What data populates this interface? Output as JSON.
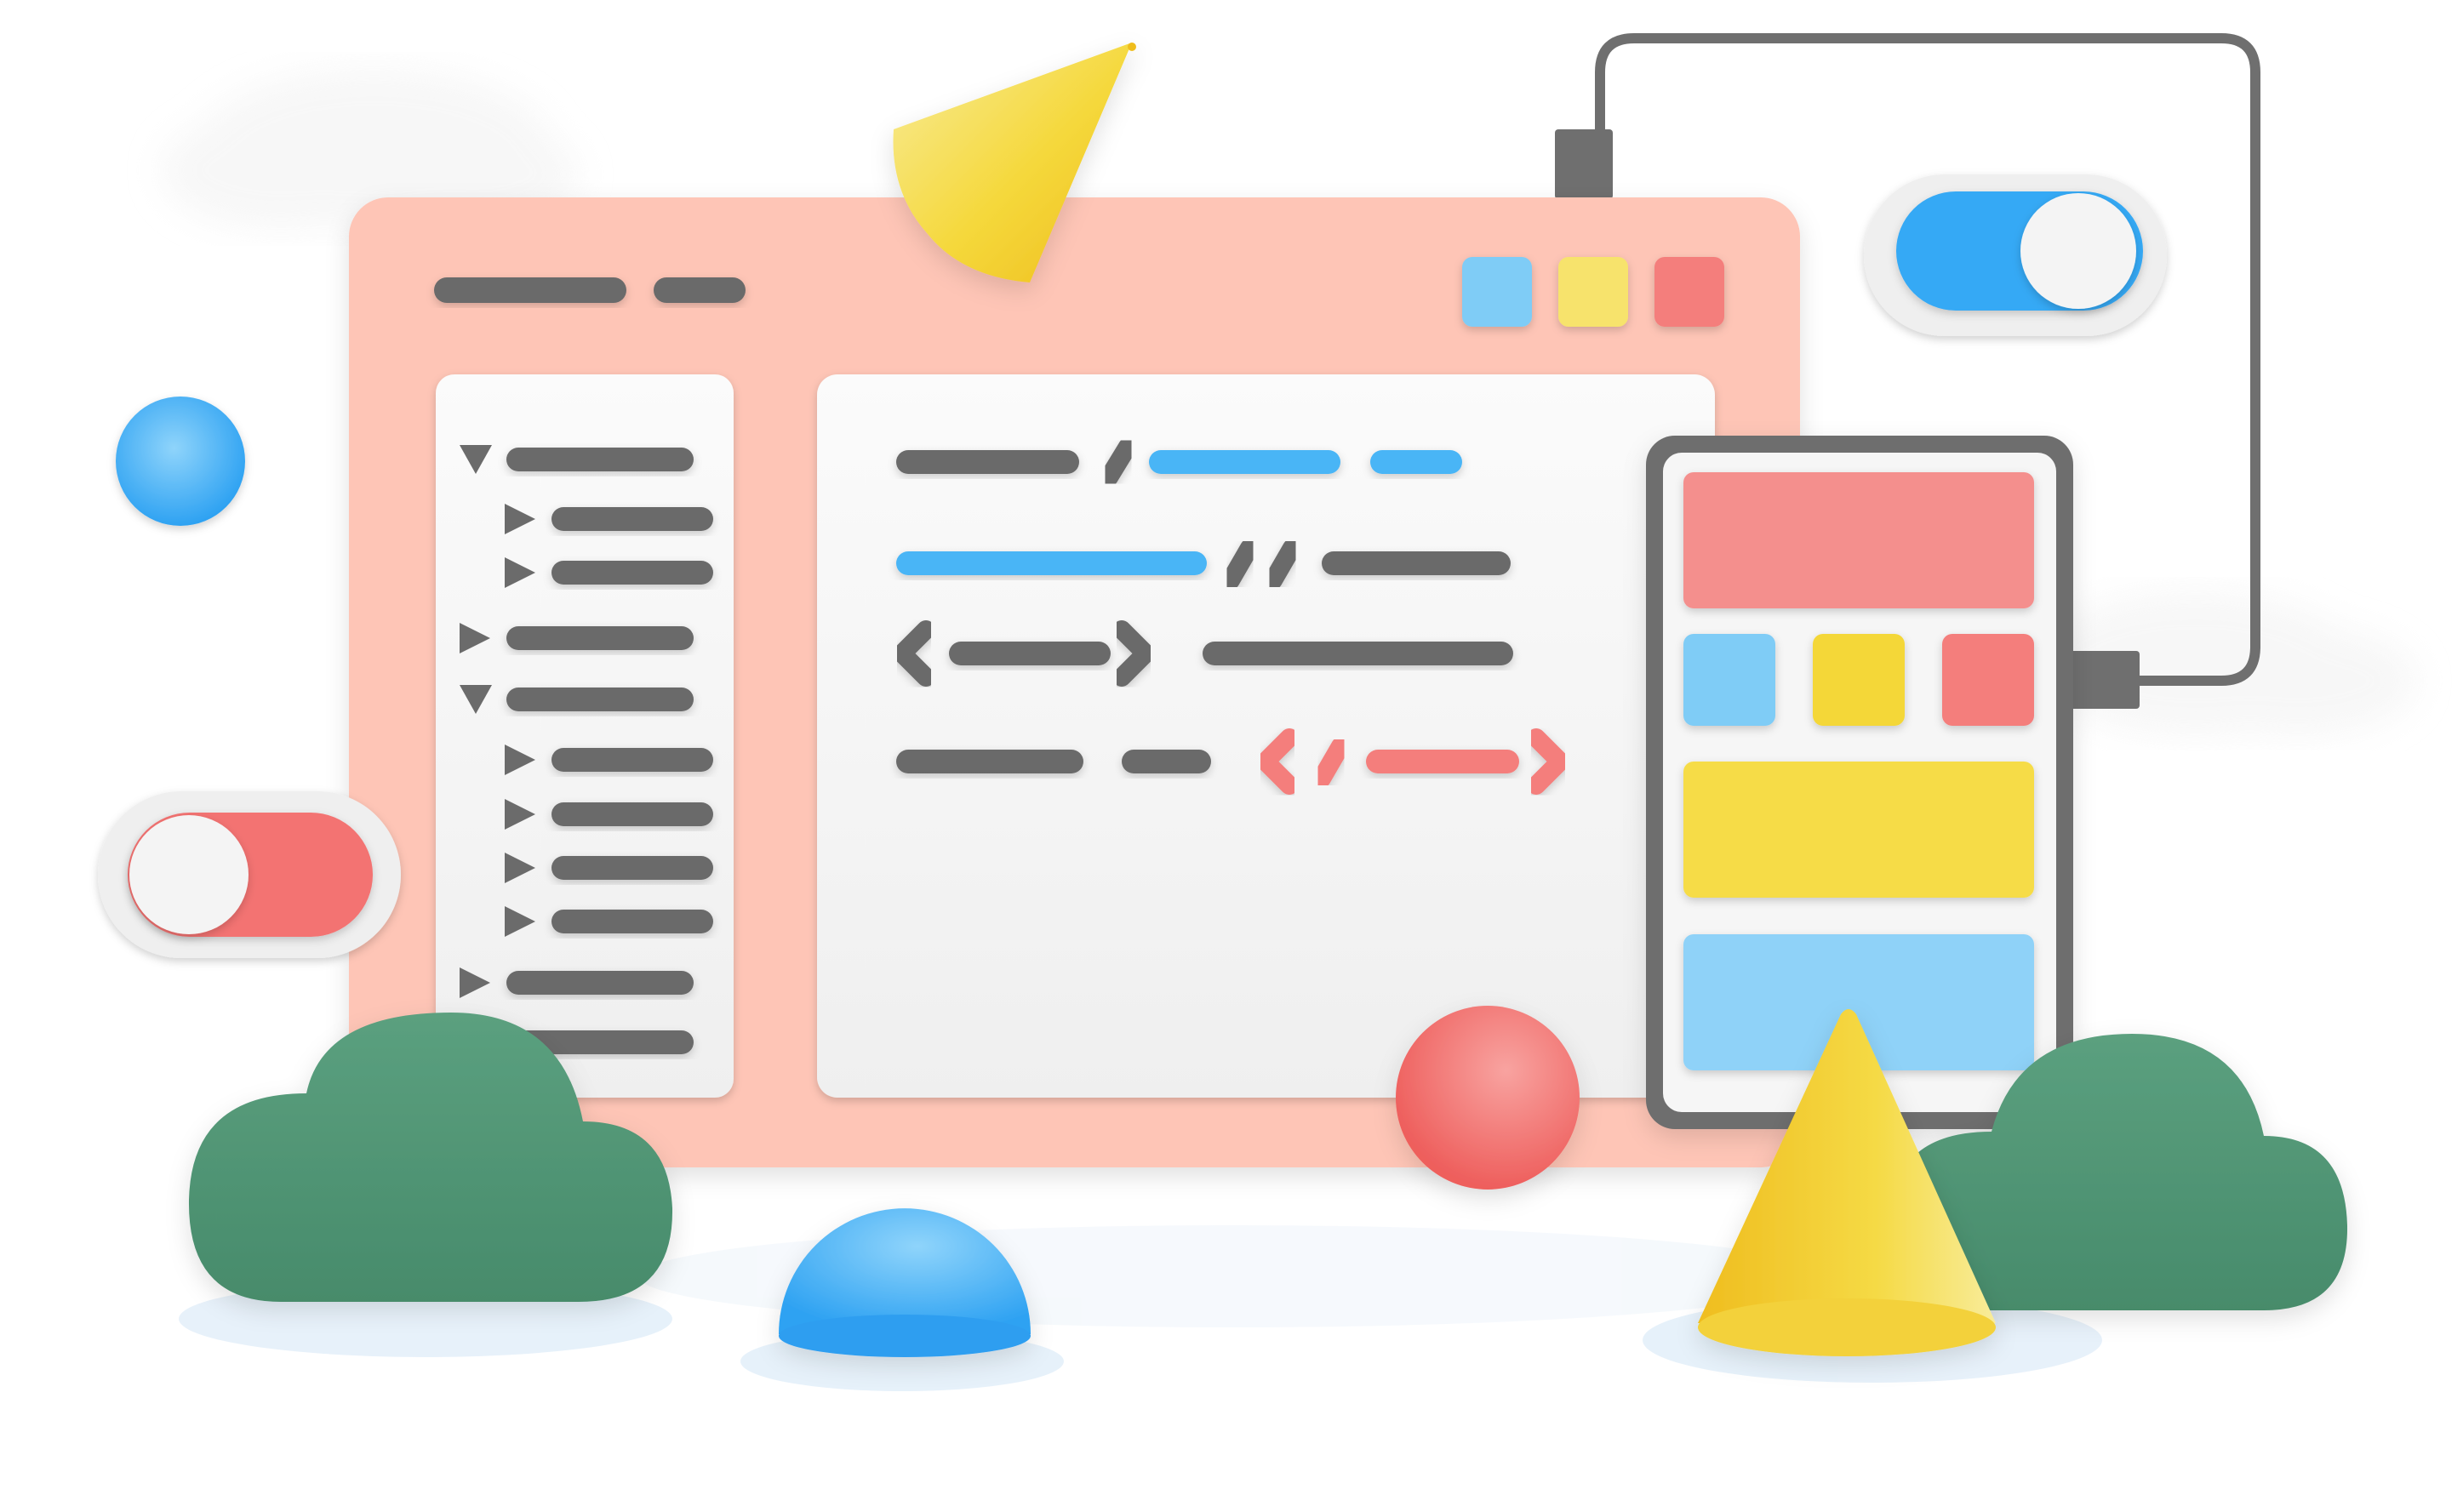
{
  "colors": {
    "background": "#ffffff",
    "window_body": "#fec5b6",
    "panel": "#f5f5f5",
    "code_gray": "#6b6b6b",
    "code_blue": "#4ab5f6",
    "code_red": "#f47e7c",
    "accent_blue": "#36a9f5",
    "accent_yellow": "#f4d737",
    "accent_red": "#f37372",
    "cloud_green": "#4f9675",
    "device_frame": "#6e6e6e",
    "cable": "#6f6f6f",
    "toggle_knob": "#f4f4f4"
  },
  "window": {
    "controls": [
      {
        "name": "window-control-blue",
        "color": "#7fccf6"
      },
      {
        "name": "window-control-yellow",
        "color": "#f7e36c"
      },
      {
        "name": "window-control-red",
        "color": "#f47e7c"
      }
    ]
  },
  "tree": {
    "rows": [
      {
        "depth": 0,
        "icon": "triangle-down-icon"
      },
      {
        "depth": 1,
        "icon": "triangle-right-icon"
      },
      {
        "depth": 1,
        "icon": "triangle-right-icon"
      },
      {
        "depth": 0,
        "icon": "triangle-right-icon"
      },
      {
        "depth": 0,
        "icon": "triangle-down-icon"
      },
      {
        "depth": 1,
        "icon": "triangle-right-icon"
      },
      {
        "depth": 1,
        "icon": "triangle-right-icon"
      },
      {
        "depth": 1,
        "icon": "triangle-right-icon"
      },
      {
        "depth": 1,
        "icon": "triangle-right-icon"
      },
      {
        "depth": 0,
        "icon": "triangle-right-icon"
      },
      {
        "depth": 0,
        "icon": "none"
      }
    ]
  },
  "code_lines": [
    {
      "tokens": [
        "gray-bar",
        "slash",
        "blue-bar",
        "blue-bar"
      ]
    },
    {
      "tokens": [
        "blue-bar",
        "double-slash",
        "gray-bar"
      ]
    },
    {
      "tokens": [
        "angle-left",
        "gray-bar",
        "angle-right",
        "gray-bar"
      ]
    },
    {
      "tokens": [
        "gray-bar",
        "gray-bar",
        "red-angle-left",
        "red-slash",
        "red-bar",
        "red-angle-right"
      ]
    }
  ],
  "mobile": {
    "blocks": [
      {
        "name": "mobile-header-block",
        "color": "#f48f8d"
      },
      {
        "name": "mobile-tile-blue",
        "color": "#7fccf6"
      },
      {
        "name": "mobile-tile-yellow",
        "color": "#f4d737"
      },
      {
        "name": "mobile-tile-red",
        "color": "#f47e7c"
      },
      {
        "name": "mobile-content-block-yellow",
        "color": "#f6dc47"
      },
      {
        "name": "mobile-content-block-blue",
        "color": "#8fd2f8"
      }
    ]
  },
  "toggles": [
    {
      "name": "toggle-switch-on",
      "state": "on",
      "track_color": "#36a9f5"
    },
    {
      "name": "toggle-switch-off",
      "state": "off",
      "track_color": "#f37372"
    }
  ],
  "icons": [
    "window-icon",
    "file-tree-icon",
    "code-editor-icon",
    "mobile-device-icon",
    "toggle-switch-icon",
    "cloud-icon",
    "sphere-icon",
    "cone-icon",
    "cable-icon"
  ]
}
